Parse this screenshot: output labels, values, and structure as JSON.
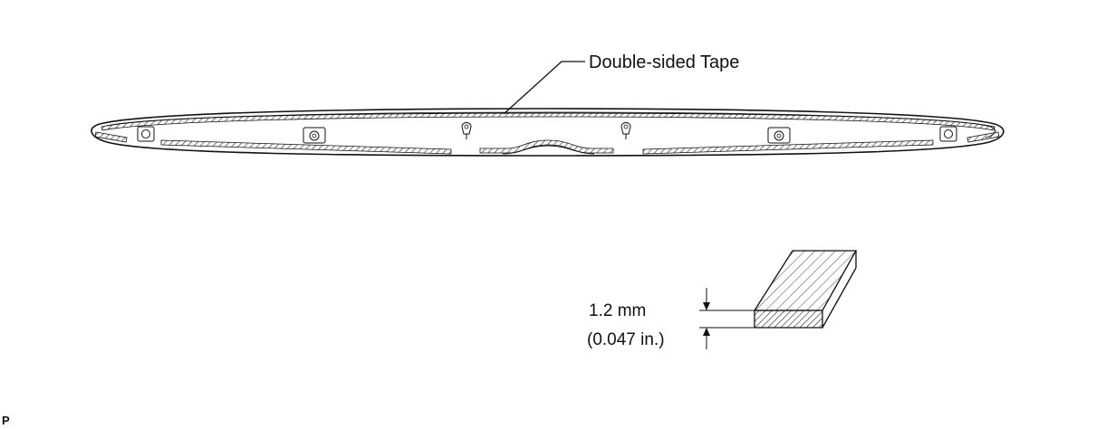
{
  "callouts": {
    "tape_label": "Double-sided Tape",
    "thickness_mm": "1.2 mm",
    "thickness_in": "(0.047 in.)"
  },
  "footer": {
    "corner_mark": "P"
  },
  "colors": {
    "line": "#111111",
    "hatch": "#222222",
    "background": "#ffffff"
  }
}
